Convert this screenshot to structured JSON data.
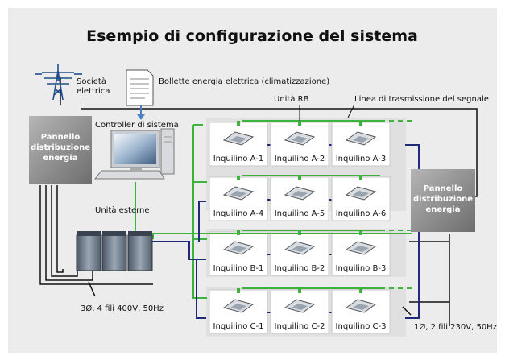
{
  "title": "Esempio di configurazione del sistema",
  "labels": {
    "utility": [
      "Società",
      "elettrica"
    ],
    "bills": "Bollette energia elettrica (climatizzazione)",
    "rb_unit": "Unità RB",
    "signal_line": "Linea di trasmissione del segnale",
    "controller": "Controller di sistema",
    "outdoor_units": "Unità esterne",
    "power_left": "3Ø, 4 fili 400V, 50Hz",
    "power_right": "1Ø, 2 fili 230V, 50Hz"
  },
  "panels": {
    "left": [
      "Pannello",
      "distribuzione",
      "energia"
    ],
    "right": [
      "Pannello",
      "distribuzione",
      "energia"
    ]
  },
  "tenants": [
    [
      "Inquilino A-1",
      "Inquilino A-2",
      "Inquilino A-3"
    ],
    [
      "Inquilino A-4",
      "Inquilino A-5",
      "Inquilino A-6"
    ],
    [
      "Inquilino B-1",
      "Inquilino B-2",
      "Inquilino B-3"
    ],
    [
      "Inquilino C-1",
      "Inquilino C-2",
      "Inquilino C-3"
    ]
  ],
  "colors": {
    "background": "#ececec",
    "signal_line": "#3db33d",
    "refrigerant_line": "#1f2a78",
    "power_line": "#111111",
    "panel": "#8f8f8f",
    "controller_arrow": "#4a7fc0"
  }
}
